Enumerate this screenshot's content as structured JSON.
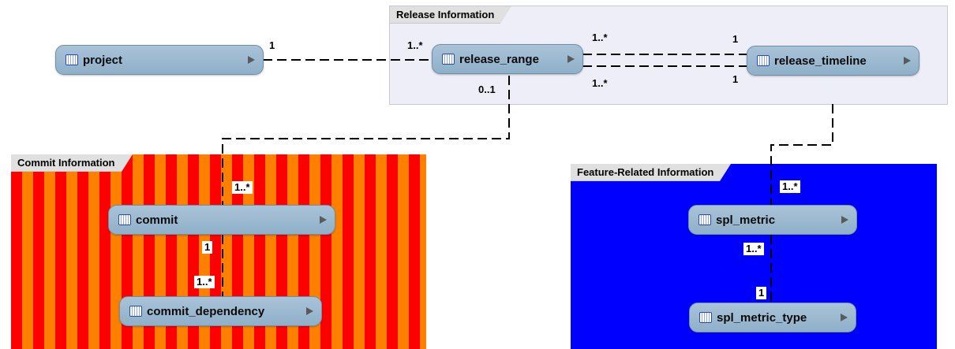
{
  "groups": {
    "release": {
      "title": "Release Information"
    },
    "commit": {
      "title": "Commit Information"
    },
    "feature": {
      "title": "Feature-Related Information"
    }
  },
  "entities": {
    "project": "project",
    "release_range": "release_range",
    "release_timeline": "release_timeline",
    "commit": "commit",
    "commit_dependency": "commit_dependency",
    "spl_metric": "spl_metric",
    "spl_metric_type": "spl_metric_type"
  },
  "relationships": [
    {
      "from": "project",
      "to": "release_range",
      "from_card": "1",
      "to_card": "1..*"
    },
    {
      "from": "release_range",
      "to": "release_timeline",
      "from_card": "1..*",
      "to_card": "1"
    },
    {
      "from": "release_range",
      "to": "release_timeline",
      "from_card": "1..*",
      "to_card": "1"
    },
    {
      "from": "release_range",
      "to": "commit",
      "from_card": "0..1",
      "to_card": "1..*"
    },
    {
      "from": "commit",
      "to": "commit_dependency",
      "from_card": "1",
      "to_card": "1..*"
    },
    {
      "from": "release_timeline",
      "to": "spl_metric",
      "from_card": "",
      "to_card": "1..*"
    },
    {
      "from": "spl_metric",
      "to": "spl_metric_type",
      "from_card": "1..*",
      "to_card": "1"
    }
  ],
  "colors": {
    "release_group_bg": "#eeeef8",
    "commit_stripe_a": "#ff0000",
    "commit_stripe_b": "#ff8000",
    "feature_group_bg": "#0000ff",
    "entity_fill": "#9fbad0",
    "line": "#000000"
  },
  "icons": {
    "entity": "table-icon",
    "expand": "expand-arrow-icon"
  }
}
